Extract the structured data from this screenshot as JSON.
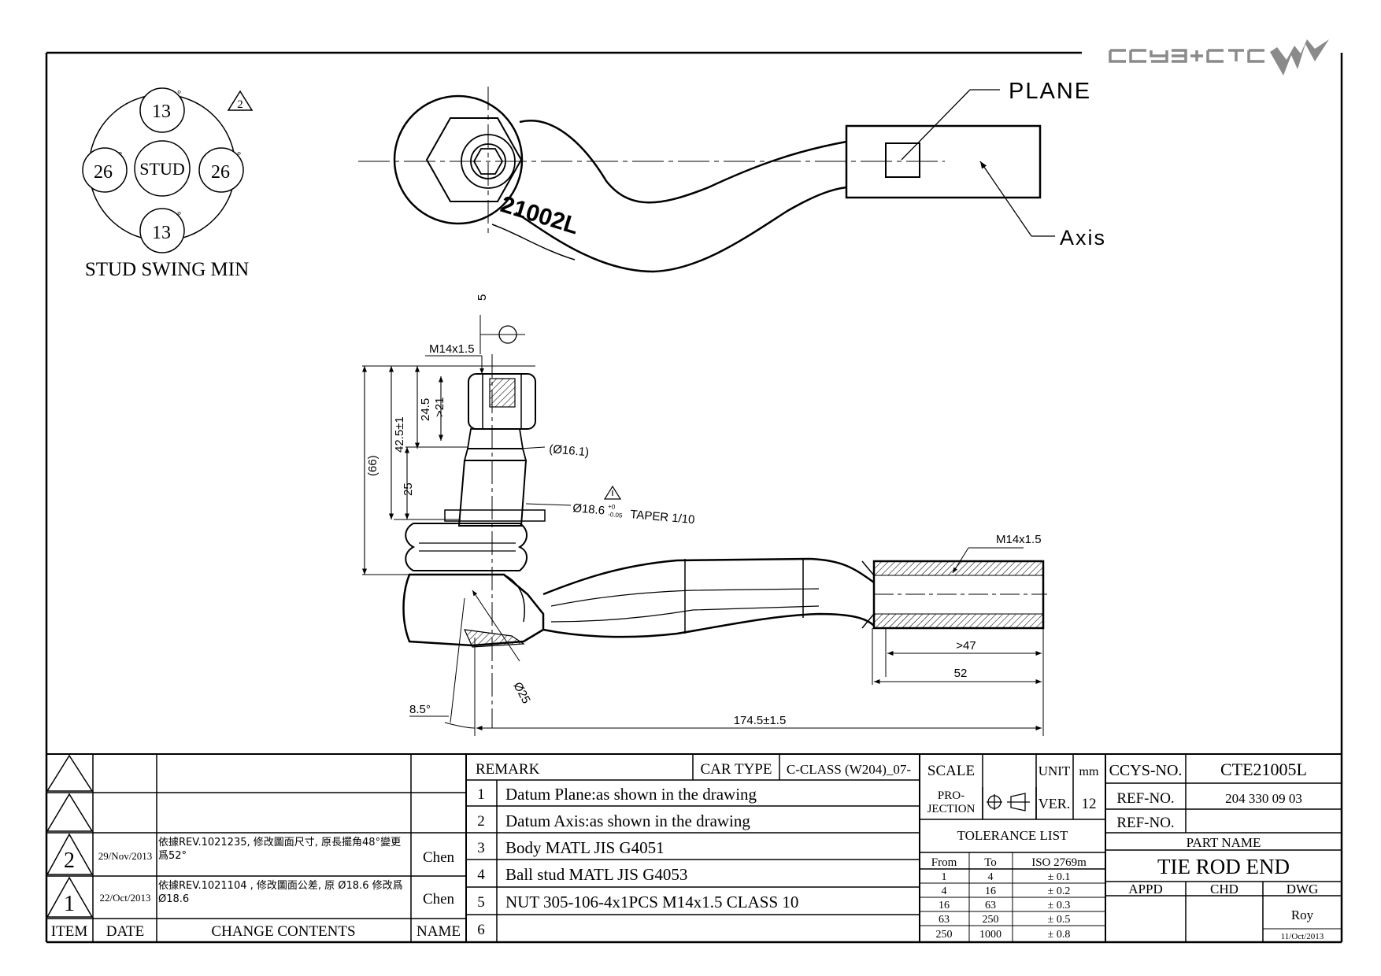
{
  "logo": {
    "text": "CCYS+CTC",
    "color": "#8a8a8a"
  },
  "swing": {
    "top": "13",
    "bottom": "13",
    "left": "26",
    "right": "26",
    "deg": "°",
    "center": "STUD",
    "caption": "STUD SWING MIN",
    "rev_flag": "2"
  },
  "top_view": {
    "body_mark": "21002L",
    "plane_label": "PLANE",
    "axis_label": "Axis"
  },
  "dims": {
    "thread_top": "M14x1.5",
    "pos_tol": "5",
    "d66": "(66)",
    "d42": "42.5±1",
    "d245": "24.5",
    "d21": ">21",
    "d25v": "25",
    "d161": "(Ø16.1)",
    "taper": "Ø18.6",
    "taper_tol_hi": "+0",
    "taper_tol_lo": "-0.05",
    "taper_note": "TAPER 1/10",
    "thread_right": "M14x1.5",
    "d47": ">47",
    "d52": "52",
    "d25d": "Ø25",
    "angle": "8.5°",
    "len": "174.5±1.5"
  },
  "revisions": {
    "rows": [
      {
        "item": "",
        "date": "",
        "content": "",
        "name": ""
      },
      {
        "item": "",
        "date": "",
        "content": "",
        "name": ""
      },
      {
        "item": "2",
        "date": "29/Nov/2013",
        "content": "依據REV.1021235, 修改圖面尺寸, 原長擺角48°變更爲52°",
        "name": "Chen"
      },
      {
        "item": "1",
        "date": "22/Oct/2013",
        "content": "依據REV.1021104 , 修改圖面公差, 原 Ø18.6 修改爲Ø18.6",
        "name": "Chen"
      }
    ],
    "headers": {
      "item": "ITEM",
      "date": "DATE",
      "content": "CHANGE CONTENTS",
      "name": "NAME"
    }
  },
  "remark": {
    "title": "REMARK",
    "car_type_label": "CAR TYPE",
    "car_type": "C-CLASS (W204)_07-",
    "items": [
      {
        "no": "1",
        "text": "Datum Plane:as shown in the drawing"
      },
      {
        "no": "2",
        "text": "Datum Axis:as shown in the drawing"
      },
      {
        "no": "3",
        "text": "Body MATL JIS G4051"
      },
      {
        "no": "4",
        "text": "Ball stud MATL JIS G4053"
      },
      {
        "no": "5",
        "text": "NUT 305-106-4x1PCS M14x1.5 CLASS 10"
      },
      {
        "no": "6",
        "text": ""
      }
    ]
  },
  "title_block": {
    "scale_label": "SCALE",
    "unit_label": "UNIT",
    "unit": "mm",
    "projection_label_1": "PRO-",
    "projection_label_2": "JECTION",
    "ver_label": "VER.",
    "ver": "12",
    "tolerance_title": "TOLERANCE LIST",
    "tol_headers": {
      "from": "From",
      "to": "To",
      "std": "ISO 2769m"
    },
    "tolerances": [
      {
        "from": "1",
        "to": "4",
        "tol": "± 0.1"
      },
      {
        "from": "4",
        "to": "16",
        "tol": "± 0.2"
      },
      {
        "from": "16",
        "to": "63",
        "tol": "± 0.3"
      },
      {
        "from": "63",
        "to": "250",
        "tol": "± 0.5"
      },
      {
        "from": "250",
        "to": "1000",
        "tol": "± 0.8"
      }
    ],
    "ccys_label": "CCYS-NO.",
    "ccys_no": "CTE21005L",
    "ref_label_1": "REF-NO.",
    "ref_no_1": "204 330 09 03",
    "ref_label_2": "REF-NO.",
    "ref_no_2": "",
    "part_name_label": "PART NAME",
    "part_name": "TIE ROD END",
    "appd": "APPD",
    "chd": "CHD",
    "dwg": "DWG",
    "drawer": "Roy",
    "dwg_date": "11/Oct/2013"
  }
}
